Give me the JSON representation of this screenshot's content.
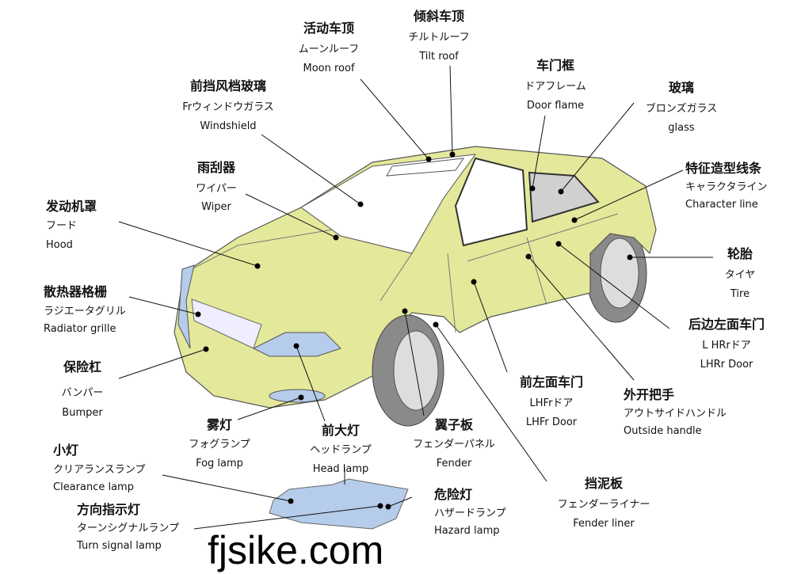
{
  "title": "Car exterior parts diagram",
  "colors": {
    "body": "#e4e89a",
    "glass": "#ffffff",
    "window": "#d0d0d0",
    "lamp": "#b5ccea",
    "tire": "#8a8a8a"
  },
  "labels": [
    {
      "id": "moon-roof",
      "zh": "活动车顶",
      "ja": "ムーンルーフ",
      "en": "Moon roof"
    },
    {
      "id": "tilt-roof",
      "zh": "倾斜车顶",
      "ja": "チルトルーフ",
      "en": "Tilt roof"
    },
    {
      "id": "windshield",
      "zh": "前挡风档玻璃",
      "ja": "Frウィンドウガラス",
      "en": "Windshield"
    },
    {
      "id": "door-frame",
      "zh": "车门框",
      "ja": "ドアフレーム",
      "en": "Door flame"
    },
    {
      "id": "glass",
      "zh": "玻璃",
      "ja": "ブロンズガラス",
      "en": "glass"
    },
    {
      "id": "wiper",
      "zh": "雨刮器",
      "ja": "ワイパー",
      "en": "Wiper"
    },
    {
      "id": "character-line",
      "zh": "特征造型线条",
      "ja": "キャラクタライン",
      "en": "Character line"
    },
    {
      "id": "hood",
      "zh": "发动机罩",
      "ja": "フード",
      "en": "Hood"
    },
    {
      "id": "tire",
      "zh": "轮胎",
      "ja": "タイヤ",
      "en": "Tire"
    },
    {
      "id": "radiator-grille",
      "zh": "散热器格栅",
      "ja": "ラジエータグリル",
      "en": "Radiator grille"
    },
    {
      "id": "lh-rear-door",
      "zh": "后边左面车门",
      "ja": "L HRrドア",
      "en": "LHRr Door"
    },
    {
      "id": "bumper",
      "zh": "保险杠",
      "ja": "バンパー",
      "en": "Bumper"
    },
    {
      "id": "lh-front-door",
      "zh": "前左面车门",
      "ja": "LHFrドア",
      "en": "LHFr Door"
    },
    {
      "id": "outside-handle",
      "zh": "外开把手",
      "ja": "アウトサイドハンドル",
      "en": "Outside handle"
    },
    {
      "id": "fog-lamp",
      "zh": "雾灯",
      "ja": "フォグランプ",
      "en": "Fog lamp"
    },
    {
      "id": "head-lamp",
      "zh": "前大灯",
      "ja": "ヘッドランプ",
      "en": "Head lamp"
    },
    {
      "id": "fender",
      "zh": "翼子板",
      "ja": "フェンダーパネル",
      "en": "Fender"
    },
    {
      "id": "fender-liner",
      "zh": "挡泥板",
      "ja": "フェンダーライナー",
      "en": "Fender liner"
    },
    {
      "id": "clearance-lamp",
      "zh": "小灯",
      "ja": "クリアランスランプ",
      "en": "Clearance lamp"
    },
    {
      "id": "turn-signal-lamp",
      "zh": "方向指示灯",
      "ja": "ターンシグナルランプ",
      "en": "Turn signal lamp"
    },
    {
      "id": "hazard-lamp",
      "zh": "危险灯",
      "ja": "ハザードランプ",
      "en": "Hazard lamp"
    }
  ],
  "watermark": "fjsike.com"
}
